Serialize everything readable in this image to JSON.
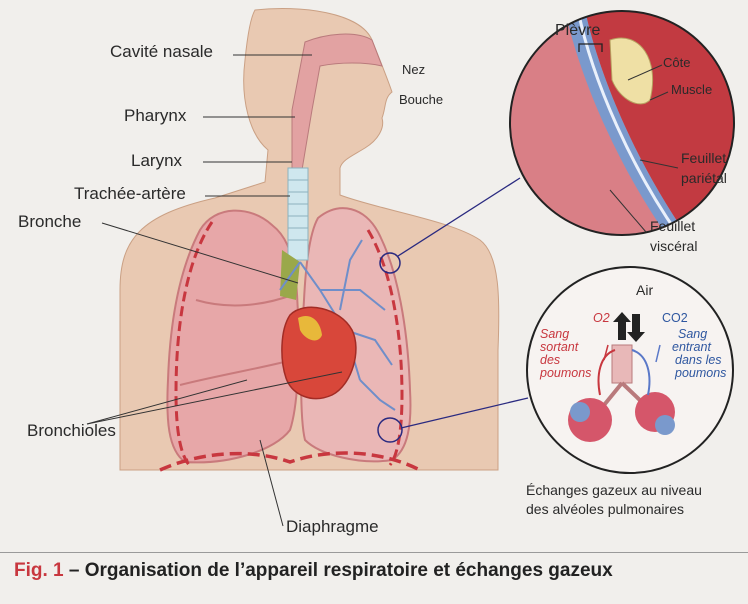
{
  "labels": {
    "cavite_nasale": "Cavité nasale",
    "nez": "Nez",
    "bouche": "Bouche",
    "pharynx": "Pharynx",
    "larynx": "Larynx",
    "trachee": "Trachée-artère",
    "bronche": "Bronche",
    "bronchioles": "Bronchioles",
    "diaphragme": "Diaphragme"
  },
  "pleura_inset": {
    "plevre": "Plèvre",
    "cote": "Côte",
    "muscle": "Muscle",
    "feuillet_parietal_1": "Feuillet",
    "feuillet_parietal_2": "pariétal",
    "feuillet_visceral_1": "Feuillet",
    "feuillet_visceral_2": "viscéral"
  },
  "alveoli_inset": {
    "air": "Air",
    "o2": "O2",
    "co2": "CO2",
    "sang_sortant": [
      "Sang",
      "sortant",
      "des",
      "poumons"
    ],
    "sang_entrant": [
      "Sang",
      "entrant",
      "dans les",
      "poumons"
    ],
    "caption_1": "Échanges gazeux au niveau",
    "caption_2": "des alvéoles pulmonaires"
  },
  "figure": {
    "number": "Fig. 1",
    "title": " – Organisation de l’appareil respiratoire et échanges gazeux"
  },
  "colors": {
    "skin": "#e9c9b2",
    "lung": "#e7a7a8",
    "lung_dark": "#c97a7c",
    "heart": "#d8473a",
    "trachea": "#cfe7ee",
    "diaphragm": "#c8373f",
    "caption_red": "#c8373f",
    "vessel_blue": "#5a78c8"
  }
}
